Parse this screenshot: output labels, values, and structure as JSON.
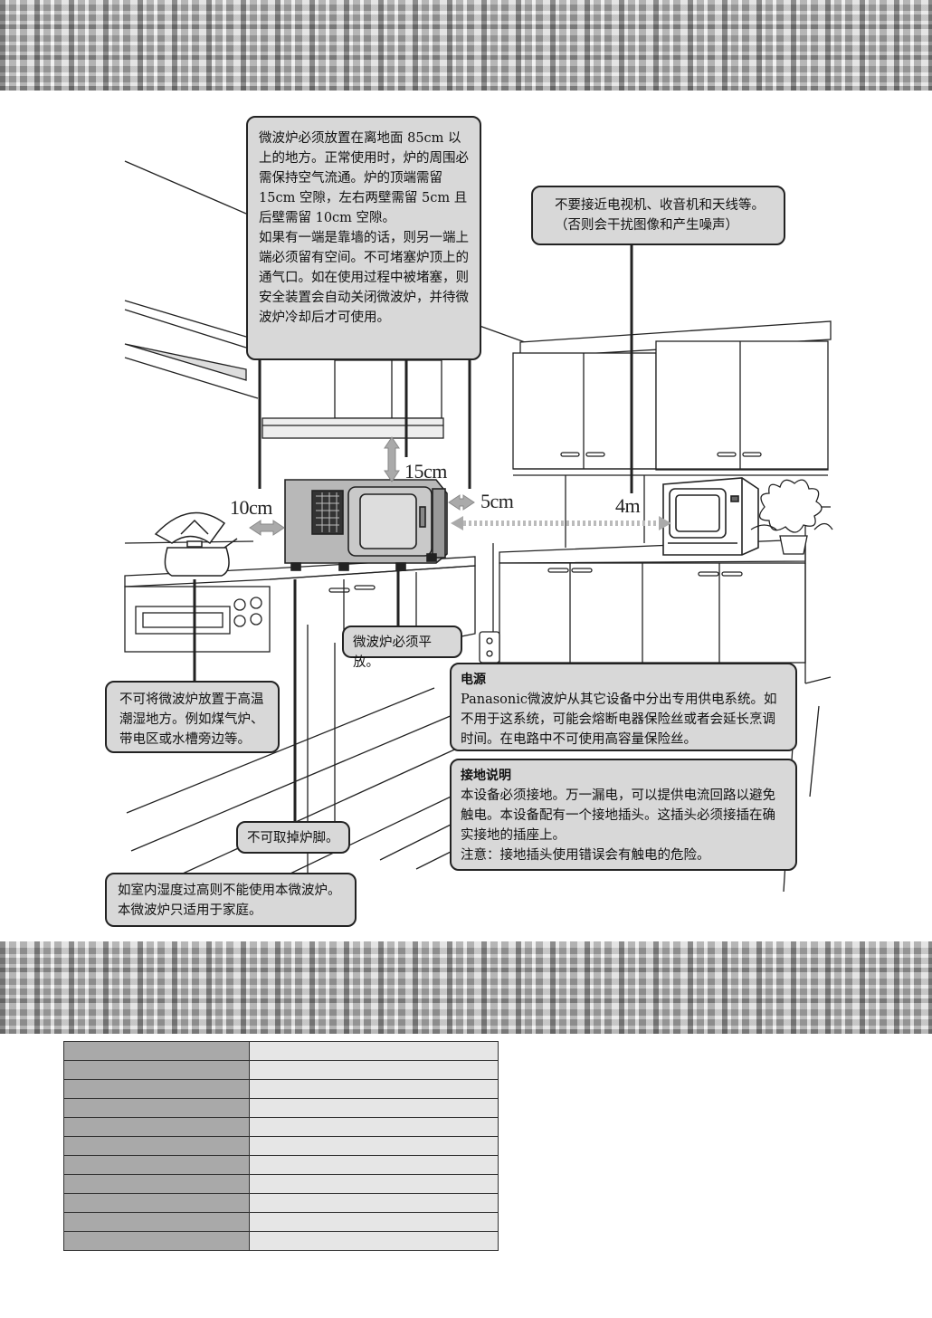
{
  "callouts": {
    "placement": {
      "p1": "微波炉必须放置在离地面 85cm 以上的地方。正常使用时，炉的周围必需保持空气流通。炉的顶端需留 15cm 空隙，左右两壁需留 5cm 且后壁需留 10cm 空隙。",
      "p2": "如果有一端是靠墙的话，则另一端上端必须留有空间。不可堵塞炉顶上的通气口。如在使用过程中被堵塞，则安全装置会自动关闭微波炉，并待微波炉冷却后才可使用。"
    },
    "tv": {
      "line1": "不要接近电视机、收音机和天线等。",
      "line2": "（否则会干扰图像和产生噪声）"
    },
    "level": "微波炉必须平放。",
    "humid": "不可将微波炉放置于高温潮湿地方。例如煤气炉、带电区或水槽旁边等。",
    "feet": "不可取掉炉脚。",
    "indoor": "如室内湿度过高则不能使用本微波炉。本微波炉只适用于家庭。",
    "power": {
      "title": "电源",
      "body": "Panasonic微波炉从其它设备中分出专用供电系统。如不用于这系统，可能会熔断电器保险丝或者会延长烹调时间。在电路中不可使用高容量保险丝。"
    },
    "ground": {
      "title": "接地说明",
      "body": "本设备必须接地。万一漏电，可以提供电流回路以避免触电。本设备配有一个接地插头。这插头必须接插在确实接地的插座上。",
      "note": "注意：接地插头使用错误会有触电的危险。"
    }
  },
  "dimensions": {
    "top": "15cm",
    "back": "10cm",
    "side": "5cm",
    "tv_distance": "4m"
  },
  "table": {
    "rows": [
      [
        "",
        ""
      ],
      [
        "",
        ""
      ],
      [
        "",
        ""
      ],
      [
        "",
        ""
      ],
      [
        "",
        ""
      ],
      [
        "",
        ""
      ],
      [
        "",
        ""
      ],
      [
        "",
        ""
      ],
      [
        "",
        ""
      ],
      [
        "",
        ""
      ],
      [
        "",
        ""
      ]
    ]
  }
}
